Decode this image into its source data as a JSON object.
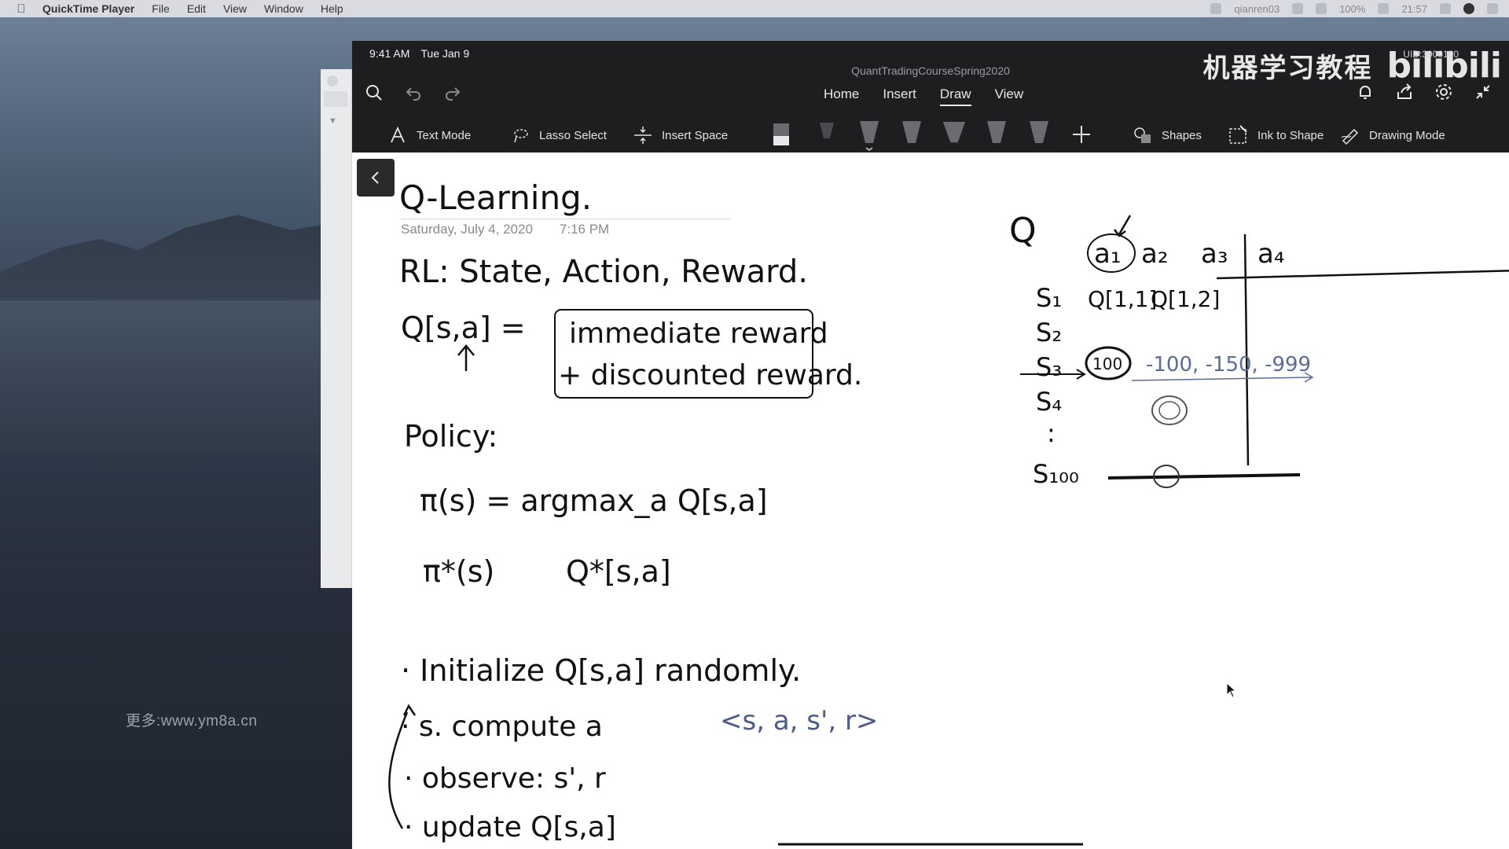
{
  "menubar": {
    "app": "QuickTime Player",
    "items": [
      "File",
      "Edit",
      "View",
      "Window",
      "Help"
    ],
    "user": "qianren03",
    "battery": "100%",
    "clock": "21:57"
  },
  "desktop": {
    "site_watermark": "更多:www.ym8a.cn"
  },
  "ipad": {
    "status_time": "9:41 AM",
    "status_date": "Tue Jan 9",
    "doc_title": "QuantTradingCourseSpring2020",
    "tabs": [
      "Home",
      "Insert",
      "Draw",
      "View"
    ],
    "active_tab": "Draw",
    "tools": {
      "text_mode": "Text Mode",
      "lasso_select": "Lasso Select",
      "insert_space": "Insert Space",
      "shapes": "Shapes",
      "ink_to_shape": "Ink to Shape",
      "drawing_mode": "Drawing Mode"
    },
    "watermark_cn": "机器学习教程",
    "watermark_brand": "bilibili",
    "uid_text": "UID:3900100"
  },
  "page": {
    "title": "Q-Learning.",
    "date": "Saturday, July 4, 2020",
    "time": "7:16 PM",
    "notes": {
      "rl": "RL: State, Action, Reward.",
      "q_def_left": "Q[s,a] =",
      "q_def_box_1": "immediate reward",
      "q_def_box_2": "+ discounted reward.",
      "policy": "Policy:",
      "policy_eq": "π(s) = argmax_a Q[s,a]",
      "policy_star_left": "π*(s)",
      "policy_star_right": "Q*[s,a]",
      "init": "· Initialize Q[s,a] randomly.",
      "step_s": "· s. compute a",
      "tuple": "<s, a, s', r>",
      "observe": "· observe: s', r",
      "update": "· update Q[s,a]"
    },
    "table": {
      "label": "Q",
      "cols": [
        "a₁",
        "a₂",
        "a₃",
        "a₄"
      ],
      "rows": [
        "S₁",
        "S₂",
        "S₃",
        "S₄",
        ":",
        "S₁₀₀"
      ],
      "cells_s1": [
        "Q[1,1]",
        "Q[1,2]"
      ],
      "s3_values": "-100, -150, -999",
      "s3_circled": "100"
    }
  }
}
